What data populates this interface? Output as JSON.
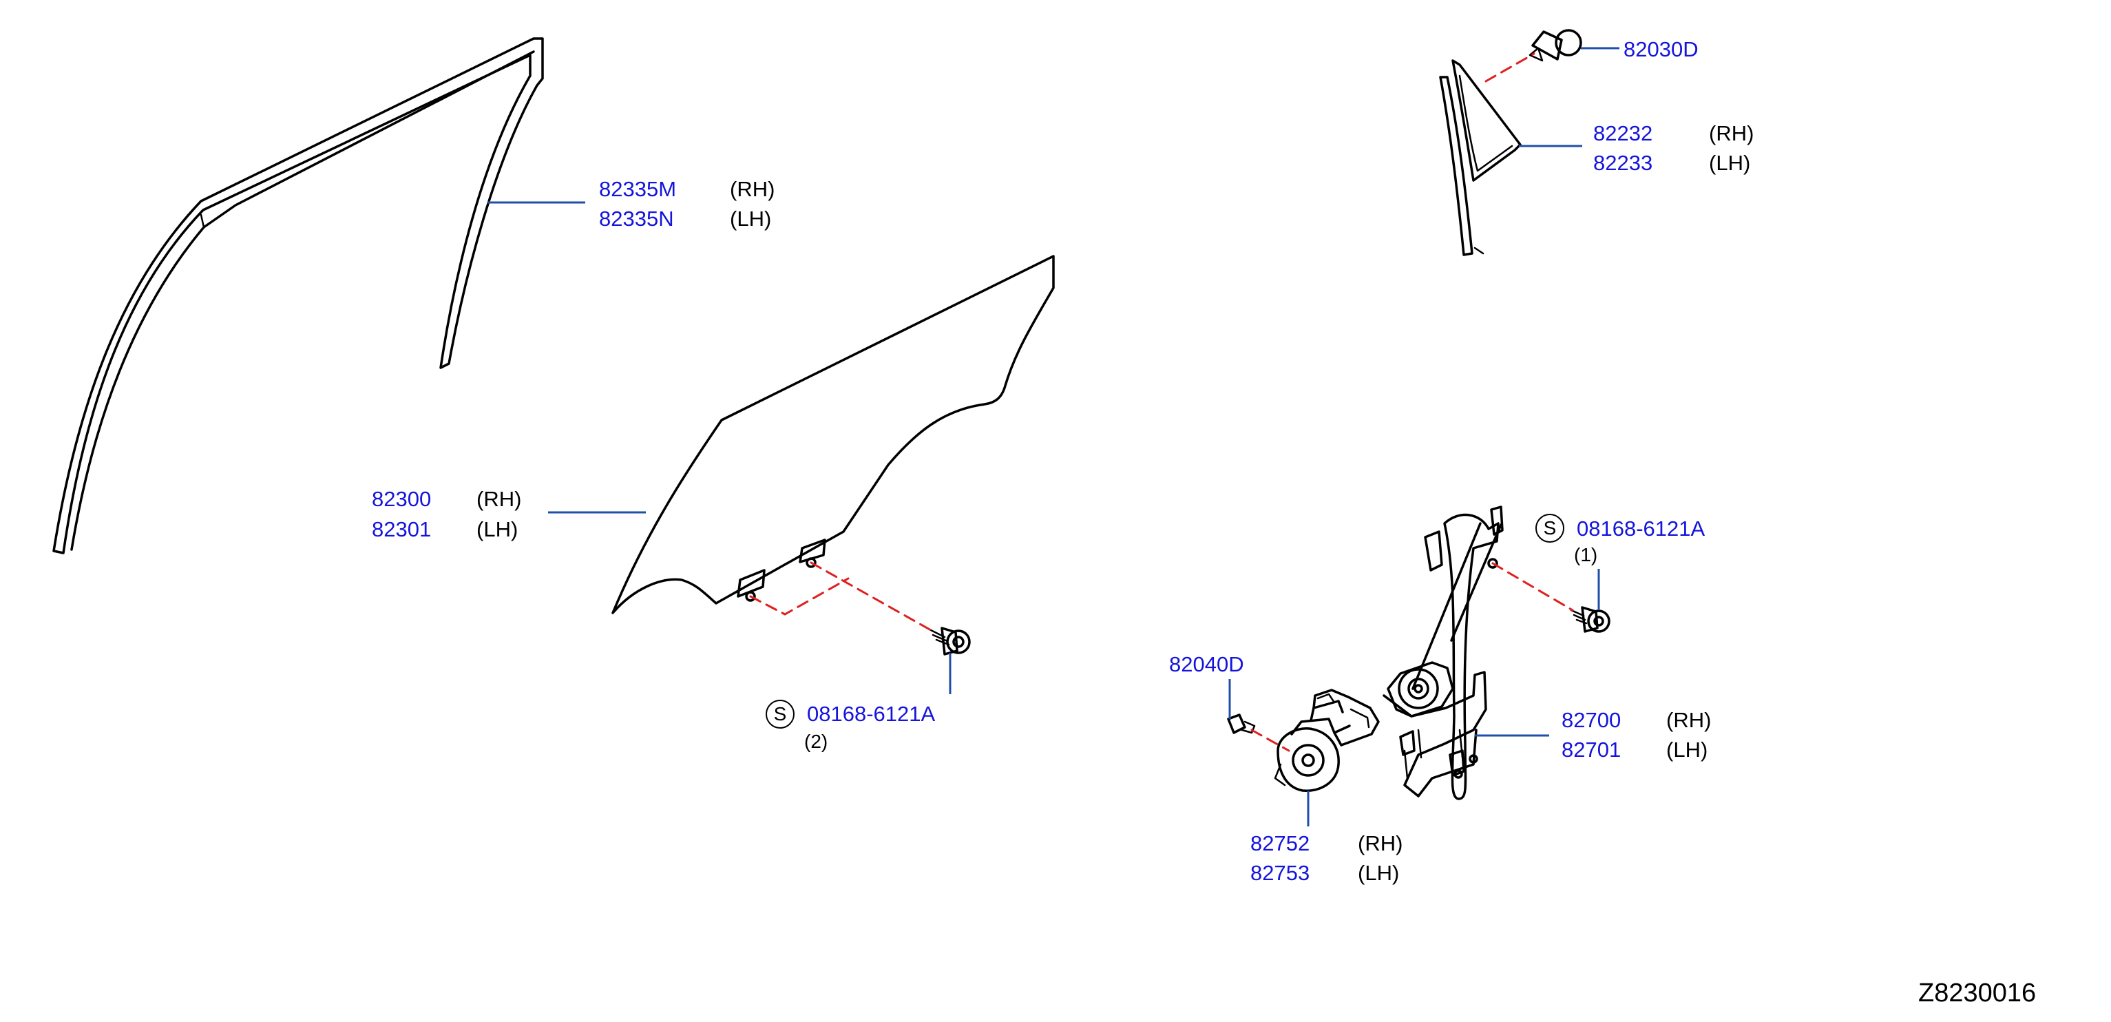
{
  "diagram_id": "Z8230016",
  "colors": {
    "part_number": "#1414dc",
    "leader_line": "#1f4fa8",
    "dashed_link": "#e0201f",
    "outline": "#000000"
  },
  "callouts": {
    "sash_seal": {
      "rh_number": "82335M",
      "rh_side": "(RH)",
      "lh_number": "82335N",
      "lh_side": "(LH)"
    },
    "door_glass": {
      "rh_number": "82300",
      "rh_side": "(RH)",
      "lh_number": "82301",
      "lh_side": "(LH)"
    },
    "glass_bolt": {
      "symbol": "S",
      "number": "08168-6121A",
      "qty": "(2)"
    },
    "clip": {
      "number": "82030D"
    },
    "corner_sash": {
      "rh_number": "82232",
      "rh_side": "(RH)",
      "lh_number": "82233",
      "lh_side": "(LH)"
    },
    "regulator_bolt": {
      "symbol": "S",
      "number": "08168-6121A",
      "qty": "(1)"
    },
    "motor_screw": {
      "number": "82040D"
    },
    "regulator": {
      "rh_number": "82700",
      "rh_side": "(RH)",
      "lh_number": "82701",
      "lh_side": "(LH)"
    },
    "motor": {
      "rh_number": "82752",
      "rh_side": "(RH)",
      "lh_number": "82753",
      "lh_side": "(LH)"
    }
  }
}
